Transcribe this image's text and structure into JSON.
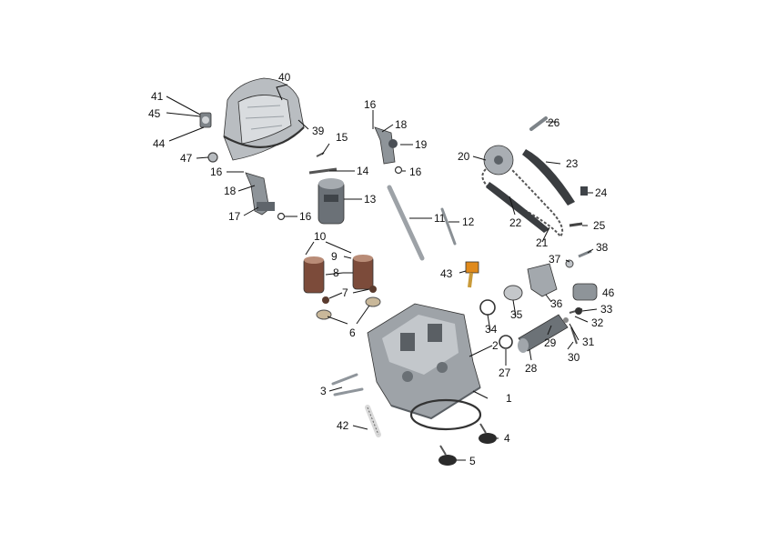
{
  "diagram": {
    "labels": {
      "n1": "1",
      "n2": "2",
      "n3": "3",
      "n4": "4",
      "n5": "5",
      "n6": "6",
      "n7": "7",
      "n8": "8",
      "n9": "9",
      "n10": "10",
      "n11": "11",
      "n12": "12",
      "n13": "13",
      "n14": "14",
      "n15": "15",
      "n16a": "16",
      "n16b": "16",
      "n16c": "16",
      "n16d": "16",
      "n17": "17",
      "n18a": "18",
      "n18b": "18",
      "n19": "19",
      "n20": "20",
      "n21": "21",
      "n22": "22",
      "n23": "23",
      "n24": "24",
      "n25": "25",
      "n26": "26",
      "n27": "27",
      "n28": "28",
      "n29": "29",
      "n30": "30",
      "n31": "31",
      "n32": "32",
      "n33": "33",
      "n34": "34",
      "n35": "35",
      "n36": "36",
      "n37": "37",
      "n38": "38",
      "n39": "39",
      "n40": "40",
      "n41": "41",
      "n42": "42",
      "n43": "43",
      "n44": "44",
      "n45": "45",
      "n46": "46",
      "n47": "47"
    },
    "colors": {
      "metal_light": "#c8ccd0",
      "metal_mid": "#8f959b",
      "metal_dark": "#4a4f55",
      "rubber": "#2b2b2b",
      "copper": "#c99a3a",
      "sensor_orange": "#e08a1c"
    }
  }
}
